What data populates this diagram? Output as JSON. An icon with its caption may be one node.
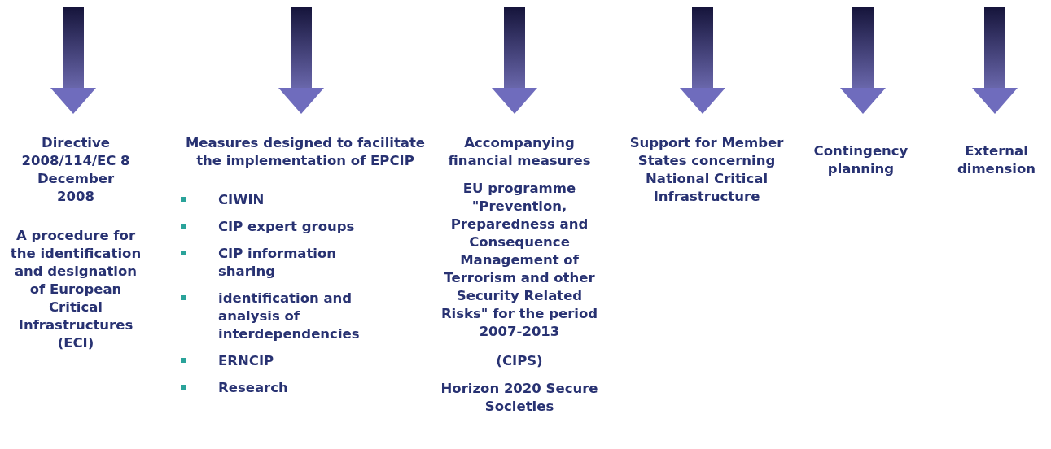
{
  "diagram": {
    "nodes": [
      {
        "text": [
          "Directive 2008/114/EC 8 December 2008",
          "A procedure for the identification and designation of European Critical Infrastructures (ECI)"
        ]
      },
      {
        "text": [
          "Measures designed to facilitate the implementation of EPCIP",
          "CIWIN",
          "CIP expert groups",
          "CIP information sharing",
          "identification and analysis of interdependencies",
          "ERNCIP",
          "Research"
        ]
      },
      {
        "text": [
          "Accompanying financial measures",
          "EU programme \"Prevention, Preparedness and Consequence Management of Terrorism and other Security Related Risks\" for the period 2007-2013",
          "(CIPS)",
          "Horizon 2020 Secure Societies"
        ]
      },
      {
        "text": [
          "Support for Member States concerning National Critical Infrastructure"
        ]
      },
      {
        "text": [
          "Contingency planning"
        ]
      },
      {
        "text": [
          "External dimension"
        ]
      }
    ],
    "edges": [
      {
        "from": null,
        "to": 0,
        "arrow": "to"
      },
      {
        "from": null,
        "to": 1,
        "arrow": "to"
      },
      {
        "from": null,
        "to": 2,
        "arrow": "to"
      },
      {
        "from": null,
        "to": 3,
        "arrow": "to"
      },
      {
        "from": null,
        "to": 4,
        "arrow": "to"
      },
      {
        "from": null,
        "to": 5,
        "arrow": "to"
      }
    ]
  }
}
